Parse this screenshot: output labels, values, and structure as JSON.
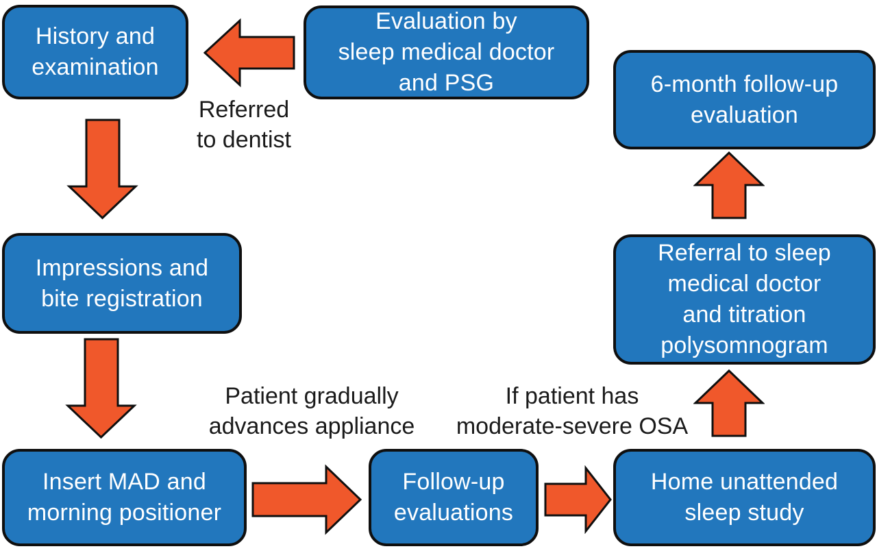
{
  "colors": {
    "box_fill": "#2277BD",
    "arrow_fill": "#F0582B",
    "outline": "#0f0f0f",
    "box_text": "#ffffff",
    "annotation_text": "#1a1a1a",
    "background": "#ffffff"
  },
  "diagram": {
    "type": "flowchart",
    "nodes": {
      "history": {
        "label": "History and\nexamination"
      },
      "evaluation": {
        "label": "Evaluation by\nsleep medical doctor\nand PSG"
      },
      "six_month": {
        "label": "6-month follow-up\nevaluation"
      },
      "impressions": {
        "label": "Impressions and\nbite registration"
      },
      "referral": {
        "label": "Referral to sleep\nmedical doctor\nand titration\npolysomnogram"
      },
      "insert_mad": {
        "label": "Insert MAD and\nmorning positioner"
      },
      "follow_up": {
        "label": "Follow-up\nevaluations"
      },
      "home_study": {
        "label": "Home unattended\nsleep study"
      }
    },
    "annotations": {
      "referred": {
        "text": "Referred\nto dentist"
      },
      "advances": {
        "text": "Patient gradually\nadvances appliance"
      },
      "osa": {
        "text": "If patient has\nmoderate-severe OSA"
      }
    },
    "edges": [
      {
        "from": "evaluation",
        "to": "history",
        "direction": "left",
        "label": "Referred to dentist"
      },
      {
        "from": "history",
        "to": "impressions",
        "direction": "down",
        "label": ""
      },
      {
        "from": "impressions",
        "to": "insert_mad",
        "direction": "down",
        "label": ""
      },
      {
        "from": "insert_mad",
        "to": "follow_up",
        "direction": "right",
        "label": "Patient gradually advances appliance"
      },
      {
        "from": "follow_up",
        "to": "home_study",
        "direction": "right",
        "label": "If patient has moderate-severe OSA"
      },
      {
        "from": "home_study",
        "to": "referral",
        "direction": "up",
        "label": ""
      },
      {
        "from": "referral",
        "to": "six_month",
        "direction": "up",
        "label": ""
      }
    ]
  }
}
